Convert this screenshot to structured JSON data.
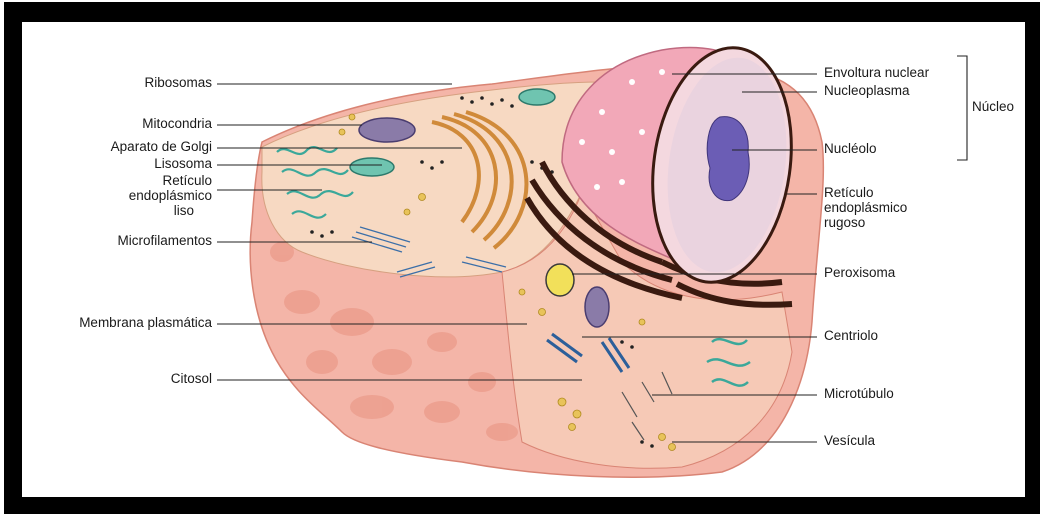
{
  "labels_left": [
    {
      "id": "ribosomas",
      "text": "Ribosomas"
    },
    {
      "id": "mitocondria",
      "text": "Mitocondria"
    },
    {
      "id": "aparato-golgi",
      "text": "Aparato de Golgi"
    },
    {
      "id": "lisosoma",
      "text": "Lisosoma"
    },
    {
      "id": "reticulo-liso-1",
      "text": "Retículo"
    },
    {
      "id": "reticulo-liso-2",
      "text": "endoplásmico"
    },
    {
      "id": "reticulo-liso-3",
      "text": "liso"
    },
    {
      "id": "microfilamentos",
      "text": "Microfilamentos"
    },
    {
      "id": "membrana",
      "text": "Membrana plasmática"
    },
    {
      "id": "citosol",
      "text": "Citosol"
    }
  ],
  "labels_right": [
    {
      "id": "envoltura",
      "text": "Envoltura nuclear"
    },
    {
      "id": "nucleoplasma",
      "text": "Nucleoplasma"
    },
    {
      "id": "nucleolo",
      "text": "Nucléolo"
    },
    {
      "id": "reticulo-rugoso-1",
      "text": "Retículo"
    },
    {
      "id": "reticulo-rugoso-2",
      "text": "endoplásmico"
    },
    {
      "id": "reticulo-rugoso-3",
      "text": "rugoso"
    },
    {
      "id": "peroxisoma",
      "text": "Peroxisoma"
    },
    {
      "id": "centriolo",
      "text": "Centriolo"
    },
    {
      "id": "microtubulo",
      "text": "Microtúbulo"
    },
    {
      "id": "vesicula",
      "text": "Vesícula"
    }
  ],
  "group_label": "Núcleo",
  "colors": {
    "cytoplasm": "#f4b5a8",
    "cytoplasm_dark": "#e8917f",
    "cell_top": "#f7d9c2",
    "nucleus": "#f2a8b8",
    "nucleus_section": "#f4d8df",
    "nucleolus": "#6b5db5",
    "er_rough": "#3a1a10",
    "teal": "#4fb5a8",
    "yellow": "#e8c35a"
  }
}
